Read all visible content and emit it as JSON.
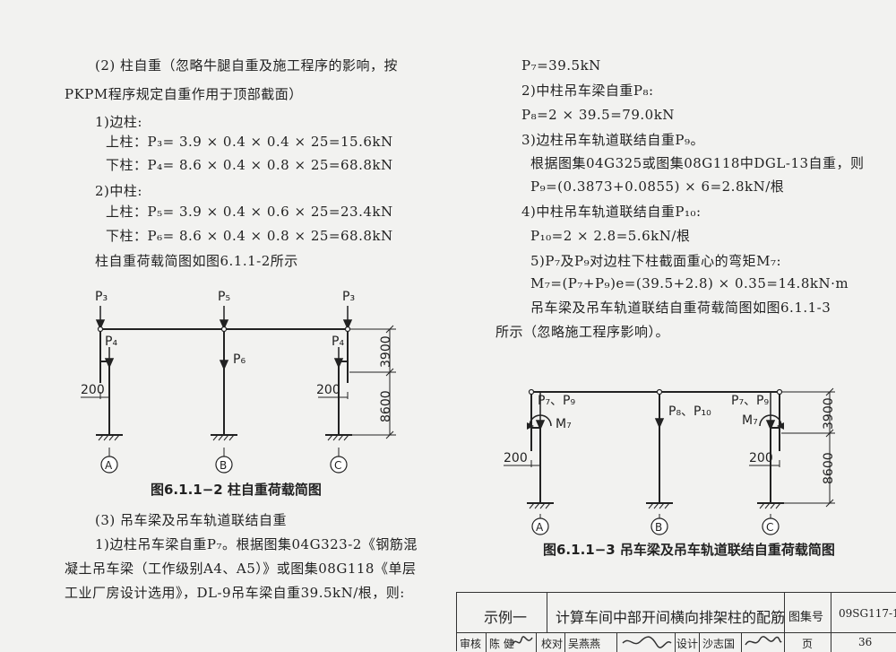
{
  "left": {
    "l1": "(2) 柱自重（忽略牛腿自重及施工程序的影响，按",
    "l2": "PKPM程序规定自重作用于顶部截面）",
    "l3": "1)边柱:",
    "l4": "上柱：P₃= 3.9 × 0.4 × 0.4 × 25=15.6kN",
    "l5": "下柱：P₄= 8.6 × 0.4 × 0.8 × 25=68.8kN",
    "l6": "2)中柱:",
    "l7": "上柱：P₅= 3.9 × 0.4 × 0.6 × 25=23.4kN",
    "l8": "下柱：P₆= 8.6 × 0.4 × 0.8 × 25=68.8kN",
    "l9": "柱自重荷载简图如图6.1.1-2所示",
    "l10": "(3) 吊车梁及吊车轨道联结自重",
    "l11": "1)边柱吊车梁自重P₇。根据图集04G323-2《钢筋混",
    "l12": "凝土吊车梁（工作级别A4、A5）》或图集08G118《单层",
    "l13": "工业厂房设计选用》，DL-9吊车梁自重39.5kN/根，则:"
  },
  "right": {
    "r1": "P₇=39.5kN",
    "r2": "2)中柱吊车梁自重P₈:",
    "r3": "P₈=2 × 39.5=79.0kN",
    "r4": "3)边柱吊车轨道联结自重P₉。",
    "r5": "根据图集04G325或图集08G118中DGL-13自重，则",
    "r6": "P₉=(0.3873+0.0855) × 6=2.8kN/根",
    "r7": "4)中柱吊车轨道联结自重P₁₀:",
    "r8": "P₁₀=2 × 2.8=5.6kN/根",
    "r9": "5)P₇及P₉对边柱下柱截面重心的弯矩M₇:",
    "r10": "M₇=(P₇+P₉)e=(39.5+2.8) × 0.35=14.8kN·m",
    "r11": "吊车梁及吊车轨道联结自重荷载简图如图6.1.1-3",
    "r12": "所示（忽略施工程序影响）。"
  },
  "fig1": {
    "caption": "图6.1.1−2 柱自重荷载简图",
    "p3": "P₃",
    "p5": "P₅",
    "p4": "P₄",
    "p6": "P₆",
    "d200": "200",
    "d3900": "3900",
    "d8600": "8600",
    "a": "A",
    "b": "B",
    "c": "C"
  },
  "fig2": {
    "caption": "图6.1.1−3 吊车梁及吊车轨道联结自重荷载简图",
    "p79": "P₇、P₉",
    "p810": "P₈、P₁₀",
    "m7": "M₇",
    "d200": "200",
    "d3900": "3900",
    "d8600": "8600",
    "a": "A",
    "b": "B",
    "c": "C"
  },
  "titleblock": {
    "example": "示例一",
    "title": "计算车间中部开间横向排架柱的配筋",
    "atlas_label": "图集号",
    "atlas_no": "09SG117-1",
    "review": "审核",
    "reviewer": "陈 健",
    "check": "校对",
    "checker": "吴燕燕",
    "design": "设计",
    "designer": "沙志国",
    "page_label": "页",
    "page_no": "36"
  }
}
